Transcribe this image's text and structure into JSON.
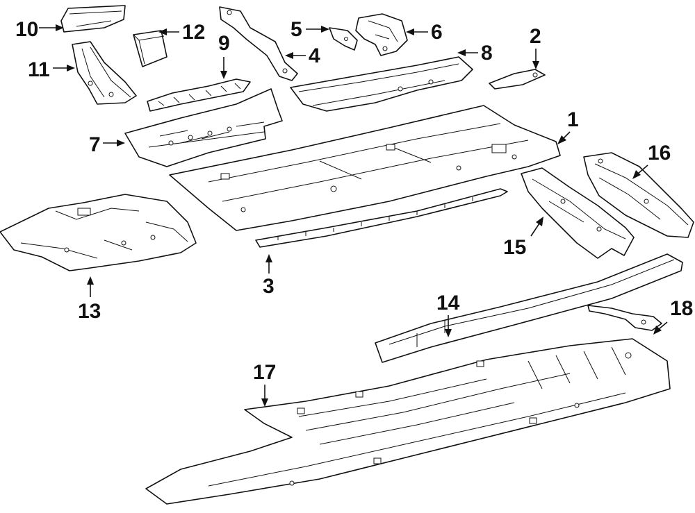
{
  "callouts": [
    {
      "key": "c1",
      "number": "1"
    },
    {
      "key": "c2",
      "number": "2"
    },
    {
      "key": "c3",
      "number": "3"
    },
    {
      "key": "c4",
      "number": "4"
    },
    {
      "key": "c5",
      "number": "5"
    },
    {
      "key": "c6",
      "number": "6"
    },
    {
      "key": "c7",
      "number": "7"
    },
    {
      "key": "c8",
      "number": "8"
    },
    {
      "key": "c9",
      "number": "9"
    },
    {
      "key": "c10",
      "number": "10"
    },
    {
      "key": "c11",
      "number": "11"
    },
    {
      "key": "c12",
      "number": "12"
    },
    {
      "key": "c13",
      "number": "13"
    },
    {
      "key": "c14",
      "number": "14"
    },
    {
      "key": "c15",
      "number": "15"
    },
    {
      "key": "c16",
      "number": "16"
    },
    {
      "key": "c17",
      "number": "17"
    },
    {
      "key": "c18",
      "number": "18"
    }
  ],
  "colors": {
    "line": "#111111",
    "background": "#ffffff"
  }
}
